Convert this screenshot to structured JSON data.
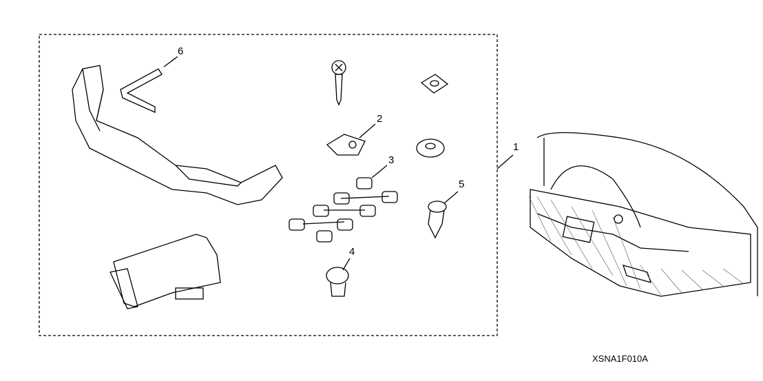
{
  "diagram": {
    "code": "XSNA1F010A",
    "callouts": [
      {
        "number": "1",
        "part": "kit-assembly"
      },
      {
        "number": "2",
        "part": "clip-nut"
      },
      {
        "number": "3",
        "part": "clip-strip"
      },
      {
        "number": "4",
        "part": "grommet"
      },
      {
        "number": "5",
        "part": "push-clip"
      },
      {
        "number": "6",
        "part": "bracket"
      }
    ]
  }
}
